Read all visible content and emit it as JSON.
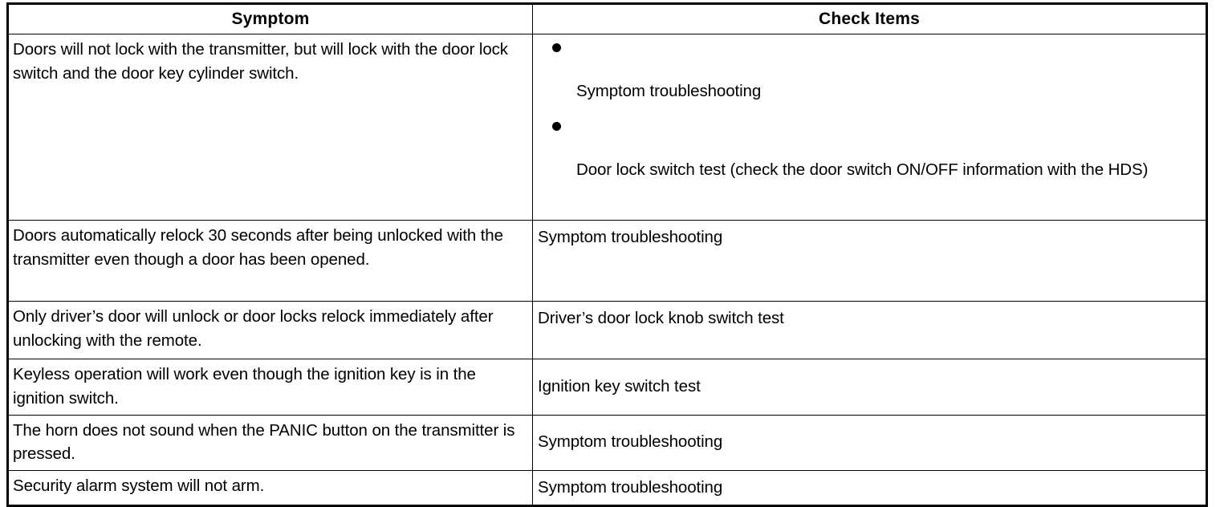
{
  "table": {
    "headers": {
      "symptom": "Symptom",
      "check_items": "Check Items"
    },
    "rows": [
      {
        "symptom": "Doors will not lock with the transmitter, but will lock with the door lock switch and the door key cylinder switch.",
        "check_items_type": "bullets",
        "check_items": [
          "Symptom troubleshooting",
          "Door lock switch test (check the door switch ON/OFF information with the HDS)"
        ]
      },
      {
        "symptom": "Doors automatically relock 30 seconds after being unlocked with the transmitter even though a door has been opened.",
        "check_items_type": "text",
        "check_item": "Symptom troubleshooting"
      },
      {
        "symptom": "Only driver’s door will unlock or door locks relock immediately after unlocking with the remote.",
        "check_items_type": "text",
        "check_item": "Driver’s door lock knob switch test"
      },
      {
        "symptom": "Keyless operation will work even though the ignition key is in the ignition switch.",
        "check_items_type": "text",
        "check_item": "Ignition key switch test"
      },
      {
        "symptom": "The horn does not sound when the PANIC button on the transmitter is pressed.",
        "check_items_type": "text",
        "check_item": "Symptom troubleshooting"
      },
      {
        "symptom": "Security alarm system will not arm.",
        "check_items_type": "text",
        "check_item": "Symptom troubleshooting"
      }
    ]
  },
  "colors": {
    "border": "#000000",
    "text": "#000000",
    "background": "#ffffff"
  }
}
